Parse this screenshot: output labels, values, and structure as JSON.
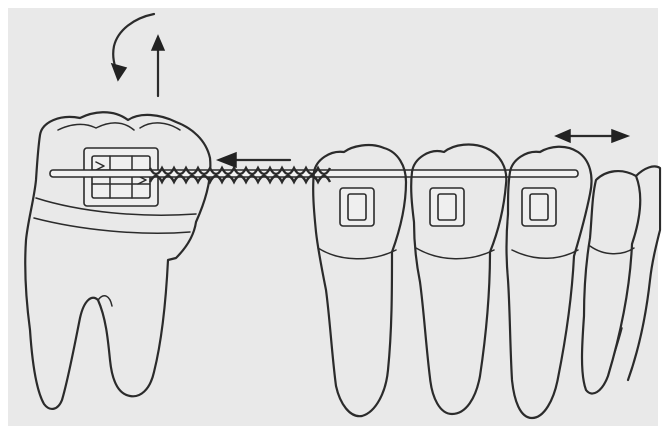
{
  "figure": {
    "background": "#e9e9e9",
    "ink_color": "#2b2b2b",
    "elements": {
      "molar": "tooth-molar-with-bracket",
      "open_coil_spring": "coil-spring",
      "premolars": "three-bracketed-premolars",
      "incisors": "anterior-teeth"
    },
    "arrows": {
      "rotation": "rotation-arrow-counterclockwise",
      "extrusion": "arrow-up",
      "molar_push": "arrow-left",
      "reciprocal": "double-arrow-left-right"
    }
  }
}
